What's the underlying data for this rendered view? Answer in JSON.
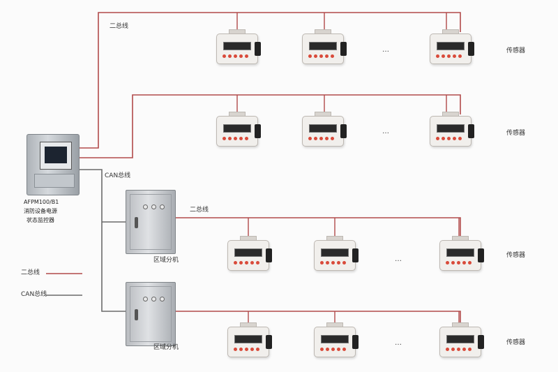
{
  "diagram": {
    "host": {
      "icon": "monitor-host-unit",
      "model": "AFPM100/B1",
      "name_line1": "消防设备电源",
      "name_line2": "状态监控器"
    },
    "bus_labels": {
      "two_bus_top": "二总线",
      "can_bus": "CAN总线",
      "two_bus_mid": "二总线"
    },
    "sensor_label": "传感器",
    "extension_label": "区域分机",
    "ellipsis": "…",
    "legend": {
      "two_bus": "二总线",
      "can_bus": "CAN总线"
    },
    "colors": {
      "two_bus_wire": "#b14a4a",
      "can_bus_wire": "#6b6b6b"
    }
  }
}
